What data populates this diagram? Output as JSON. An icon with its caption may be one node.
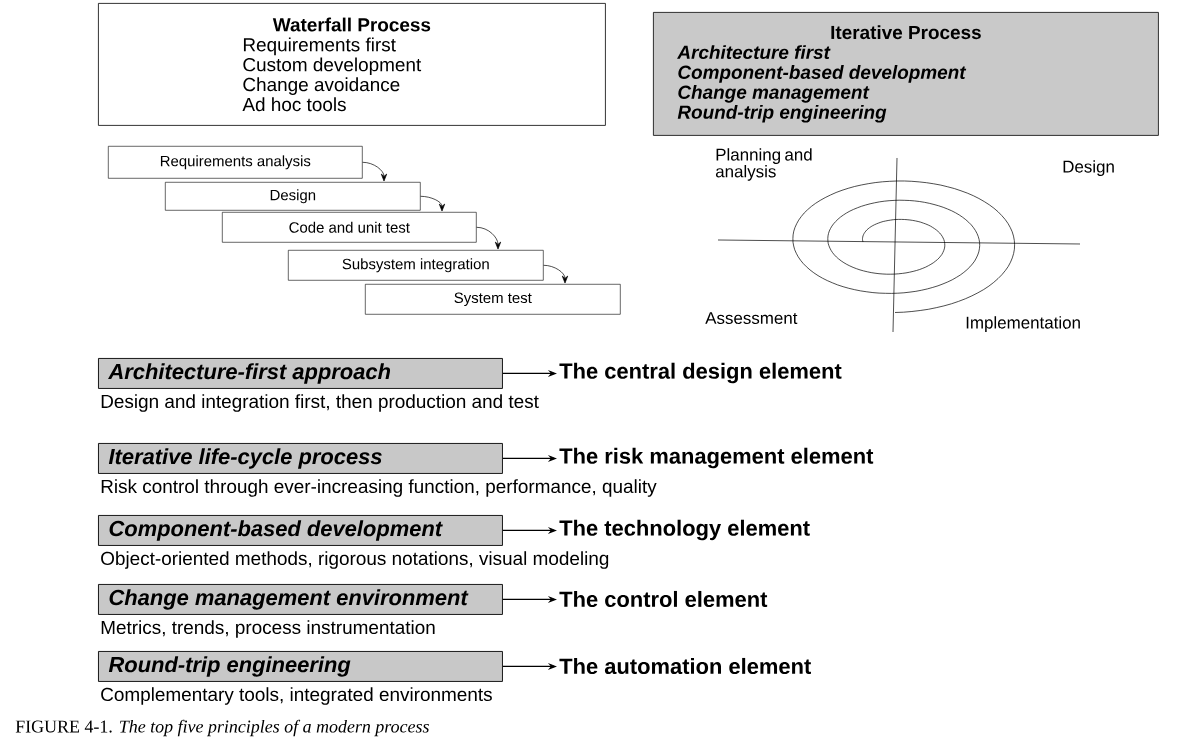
{
  "diagram": {
    "caption": "FIGURE 4-1. *The top five principles of a modern process*",
    "nodes": [
      {
        "text": [
          "Waterfall Process",
          "Requirements first",
          "Custom development",
          "Change avoidance",
          "Ad hoc tools"
        ]
      },
      {
        "text": [
          "Iterative Process",
          "Architecture first",
          "Component-based development",
          "Change management",
          "Round-trip engineering"
        ]
      },
      {
        "text": [
          "Requirements analysis"
        ]
      },
      {
        "text": [
          "Design"
        ]
      },
      {
        "text": [
          "Code and unit test"
        ]
      },
      {
        "text": [
          "Subsystem integration"
        ]
      },
      {
        "text": [
          "System test"
        ]
      },
      {
        "text": [
          "Architecture-first approach"
        ],
        "beside": [
          "Design and integration first, then production and test"
        ]
      },
      {
        "text": [
          "The central design element"
        ]
      },
      {
        "text": [
          "Iterative life-cycle process"
        ],
        "beside": [
          "Risk control through ever-increasing function, performance, quality"
        ]
      },
      {
        "text": [
          "The risk management element"
        ]
      },
      {
        "text": [
          "Component-based development"
        ],
        "beside": [
          "Object-oriented methods, rigorous notations, visual modeling"
        ]
      },
      {
        "text": [
          "The technology element"
        ]
      },
      {
        "text": [
          "Change management environment"
        ],
        "beside": [
          "Metrics, trends, process instrumentation"
        ]
      },
      {
        "text": [
          "The control element"
        ]
      },
      {
        "text": [
          "Round-trip engineering"
        ],
        "beside": [
          "Complementary tools, integrated environments"
        ]
      },
      {
        "text": [
          "The automation element"
        ]
      }
    ],
    "edges": [
      {
        "from": 2,
        "to": 3,
        "arrow": "to"
      },
      {
        "from": 3,
        "to": 4,
        "arrow": "to"
      },
      {
        "from": 4,
        "to": 5,
        "arrow": "to"
      },
      {
        "from": 5,
        "to": 6,
        "arrow": "to"
      },
      {
        "from": 7,
        "to": 8,
        "arrow": "to"
      },
      {
        "from": 9,
        "to": 10,
        "arrow": "to"
      },
      {
        "from": 11,
        "to": 12,
        "arrow": "to"
      },
      {
        "from": 13,
        "to": 14,
        "arrow": "to"
      },
      {
        "from": 15,
        "to": 16,
        "arrow": "to"
      }
    ],
    "labels": [
      "Planning and analysis",
      "Design",
      "Assessment",
      "Implementation"
    ]
  }
}
